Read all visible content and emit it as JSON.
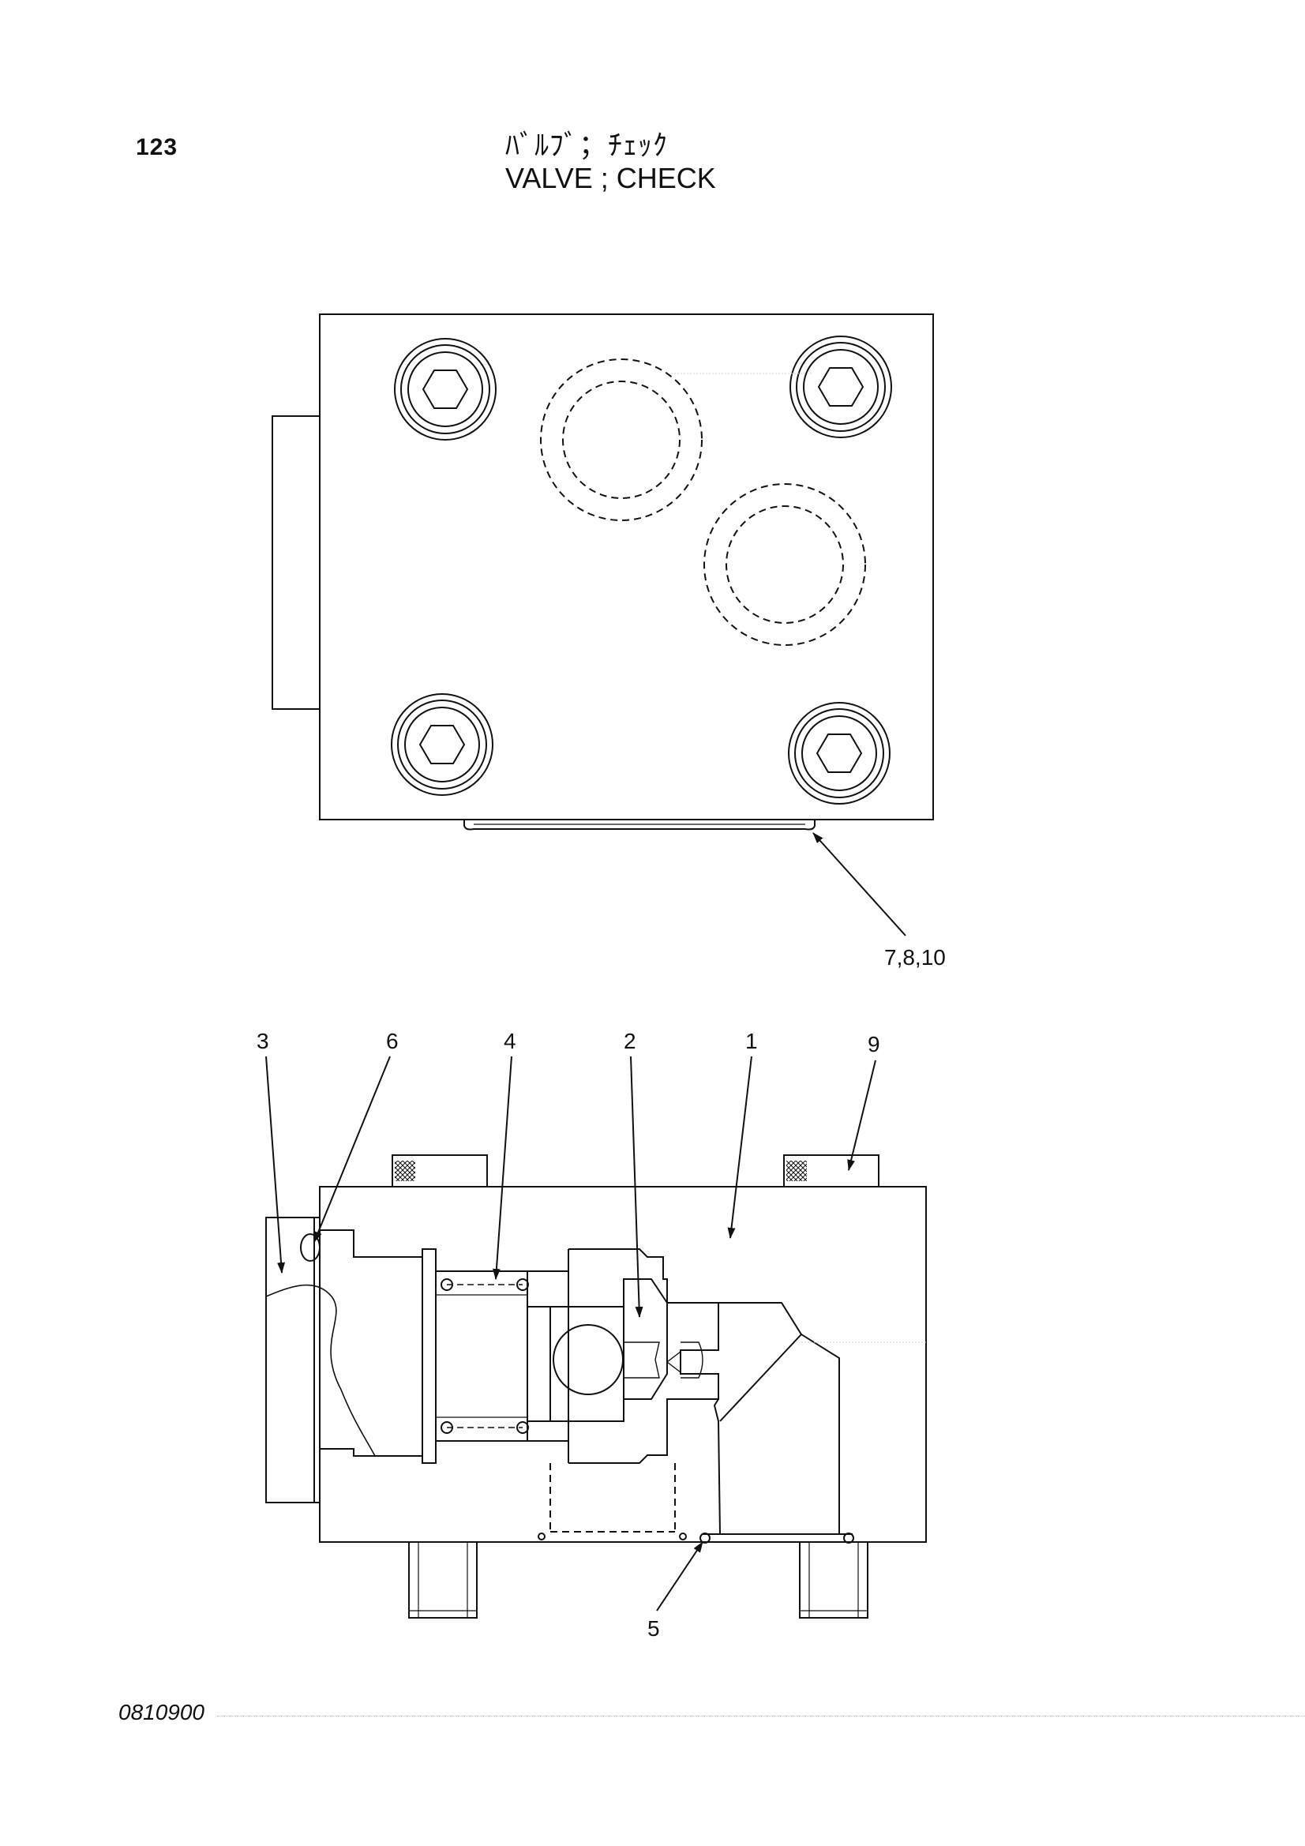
{
  "header": {
    "page_number": "123",
    "title_jp": "ﾊﾞﾙﾌﾞ；ﾁｪｯｸ",
    "title_en": "VALVE ; CHECK"
  },
  "top_view": {
    "callouts": [
      {
        "id": "c-7-8-10",
        "label": "7,8,10"
      }
    ]
  },
  "section_view": {
    "callouts": [
      {
        "id": "c3",
        "label": "3"
      },
      {
        "id": "c6",
        "label": "6"
      },
      {
        "id": "c4",
        "label": "4"
      },
      {
        "id": "c2",
        "label": "2"
      },
      {
        "id": "c1",
        "label": "1"
      },
      {
        "id": "c9",
        "label": "9"
      },
      {
        "id": "c5",
        "label": "5"
      }
    ]
  },
  "footer": {
    "drawing_code": "0810900"
  }
}
